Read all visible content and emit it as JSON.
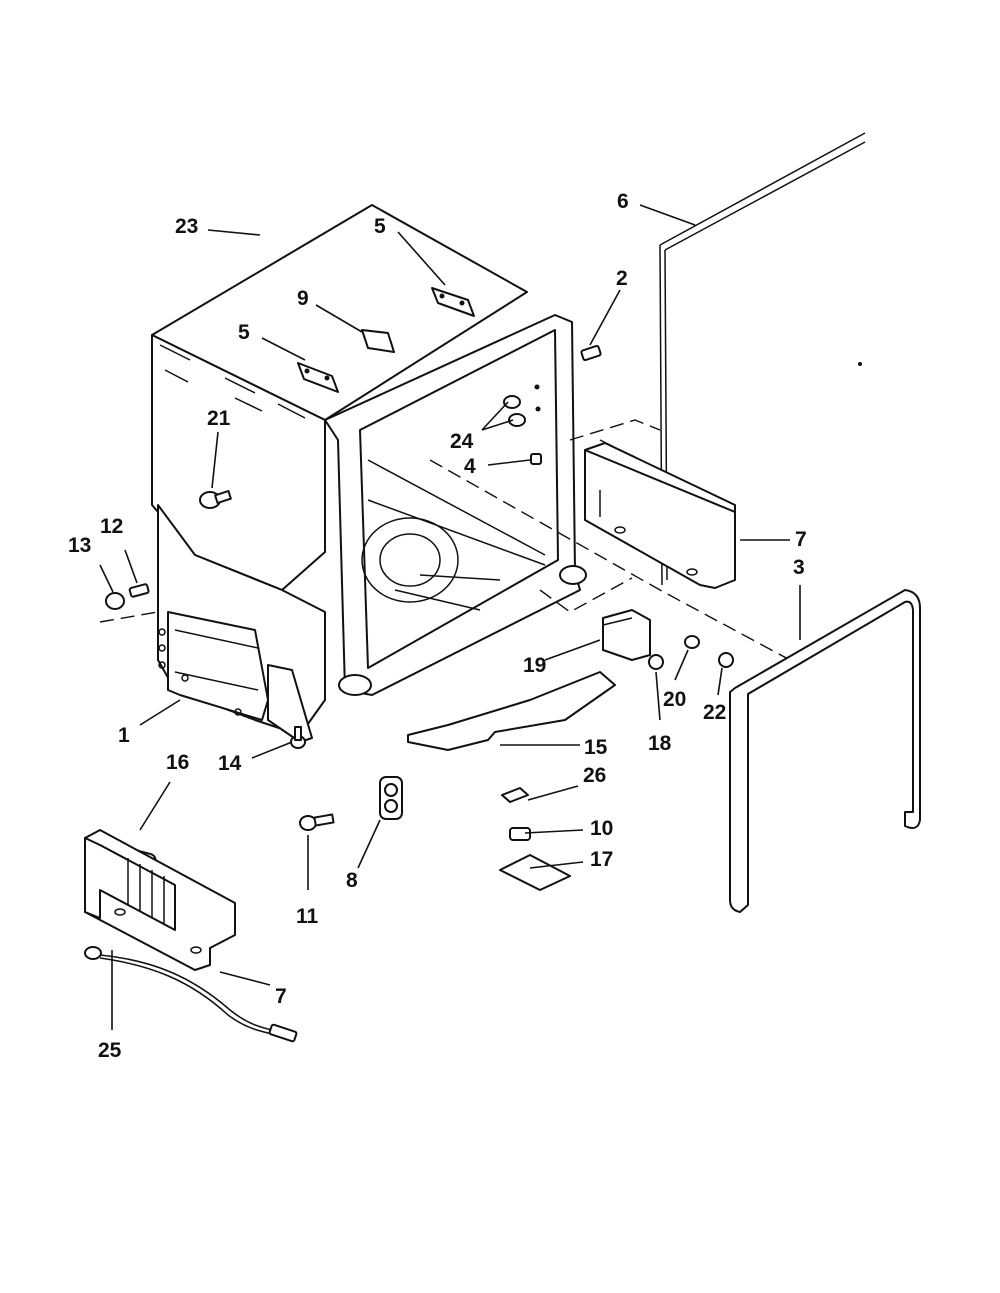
{
  "callouts": [
    {
      "id": "c23",
      "label": "23"
    },
    {
      "id": "c6",
      "label": "6"
    },
    {
      "id": "c5a",
      "label": "5"
    },
    {
      "id": "c5b",
      "label": "5"
    },
    {
      "id": "c9",
      "label": "9"
    },
    {
      "id": "c2",
      "label": "2"
    },
    {
      "id": "c21",
      "label": "21"
    },
    {
      "id": "c24",
      "label": "24"
    },
    {
      "id": "c4",
      "label": "4"
    },
    {
      "id": "c7a",
      "label": "7"
    },
    {
      "id": "c3",
      "label": "3"
    },
    {
      "id": "c13",
      "label": "13"
    },
    {
      "id": "c12",
      "label": "12"
    },
    {
      "id": "c19",
      "label": "19"
    },
    {
      "id": "c20",
      "label": "20"
    },
    {
      "id": "c22",
      "label": "22"
    },
    {
      "id": "c18",
      "label": "18"
    },
    {
      "id": "c1",
      "label": "1"
    },
    {
      "id": "c15",
      "label": "15"
    },
    {
      "id": "c16",
      "label": "16"
    },
    {
      "id": "c14",
      "label": "14"
    },
    {
      "id": "c26",
      "label": "26"
    },
    {
      "id": "c10",
      "label": "10"
    },
    {
      "id": "c17",
      "label": "17"
    },
    {
      "id": "c8",
      "label": "8"
    },
    {
      "id": "c11",
      "label": "11"
    },
    {
      "id": "c7b",
      "label": "7"
    },
    {
      "id": "c25",
      "label": "25"
    }
  ]
}
